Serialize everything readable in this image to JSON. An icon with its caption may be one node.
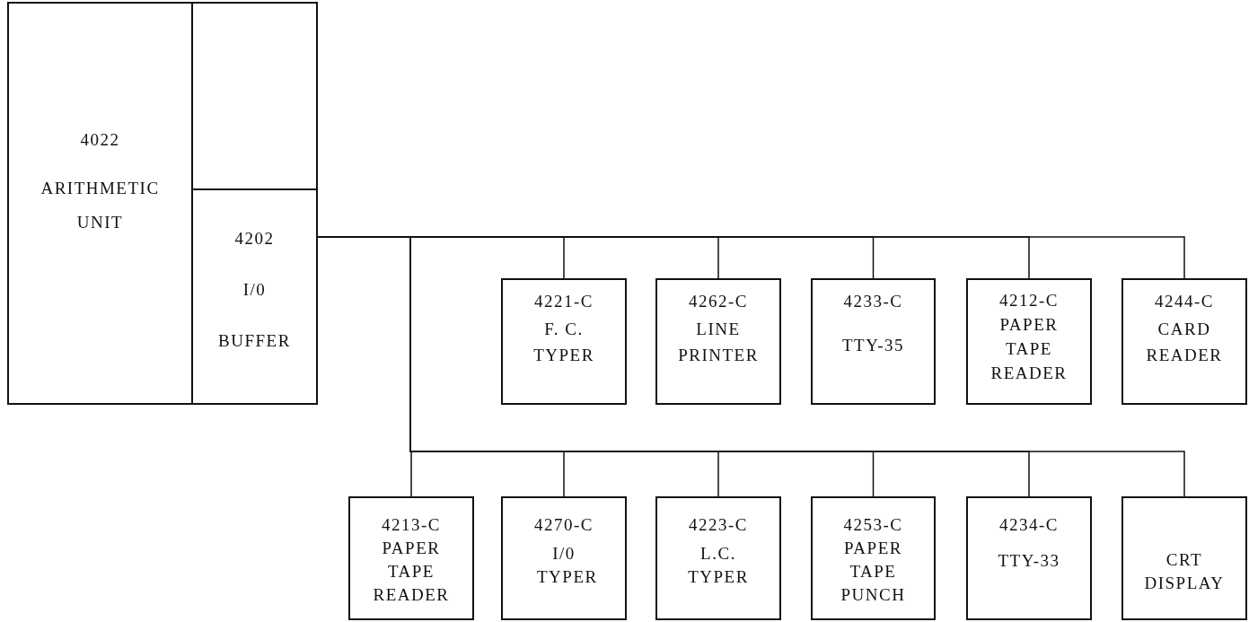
{
  "diagram": {
    "nodes": [
      {
        "text": [
          "4022",
          "ARITHMETIC UNIT"
        ]
      },
      {
        "text": [],
        "shape": "box"
      },
      {
        "text": [
          "4202",
          "I/0",
          "BUFFER"
        ]
      },
      {
        "text": [
          "4221-C",
          "F. C. TYPER"
        ]
      },
      {
        "text": [
          "4262-C",
          "LINE PRINTER"
        ]
      },
      {
        "text": [
          "4233-C",
          "TTY-35"
        ]
      },
      {
        "text": [
          "4212-C",
          "PAPER TAPE READER"
        ]
      },
      {
        "text": [
          "4244-C",
          "CARD READER"
        ]
      },
      {
        "text": [
          "4213-C",
          "PAPER TAPE READER"
        ]
      },
      {
        "text": [
          "4270-C",
          "I/0 TYPER"
        ]
      },
      {
        "text": [
          "4223-C",
          "L.C. TYPER"
        ]
      },
      {
        "text": [
          "4253-C",
          "PAPER TAPE PUNCH"
        ]
      },
      {
        "text": [
          "4234-C",
          "TTY-33"
        ]
      },
      {
        "text": [
          "CRT DISPLAY"
        ]
      }
    ],
    "edges": [
      {
        "from": 2,
        "to": 3,
        "arrow": "none"
      },
      {
        "from": 2,
        "to": 4,
        "arrow": "none"
      },
      {
        "from": 2,
        "to": 5,
        "arrow": "none"
      },
      {
        "from": 2,
        "to": 6,
        "arrow": "none"
      },
      {
        "from": 2,
        "to": 7,
        "arrow": "none"
      },
      {
        "from": 2,
        "to": 8,
        "arrow": "none"
      },
      {
        "from": 2,
        "to": 9,
        "arrow": "none"
      },
      {
        "from": 2,
        "to": 10,
        "arrow": "none"
      },
      {
        "from": 2,
        "to": 11,
        "arrow": "none"
      },
      {
        "from": 2,
        "to": 12,
        "arrow": "none"
      },
      {
        "from": 2,
        "to": 13,
        "arrow": "none"
      }
    ]
  }
}
